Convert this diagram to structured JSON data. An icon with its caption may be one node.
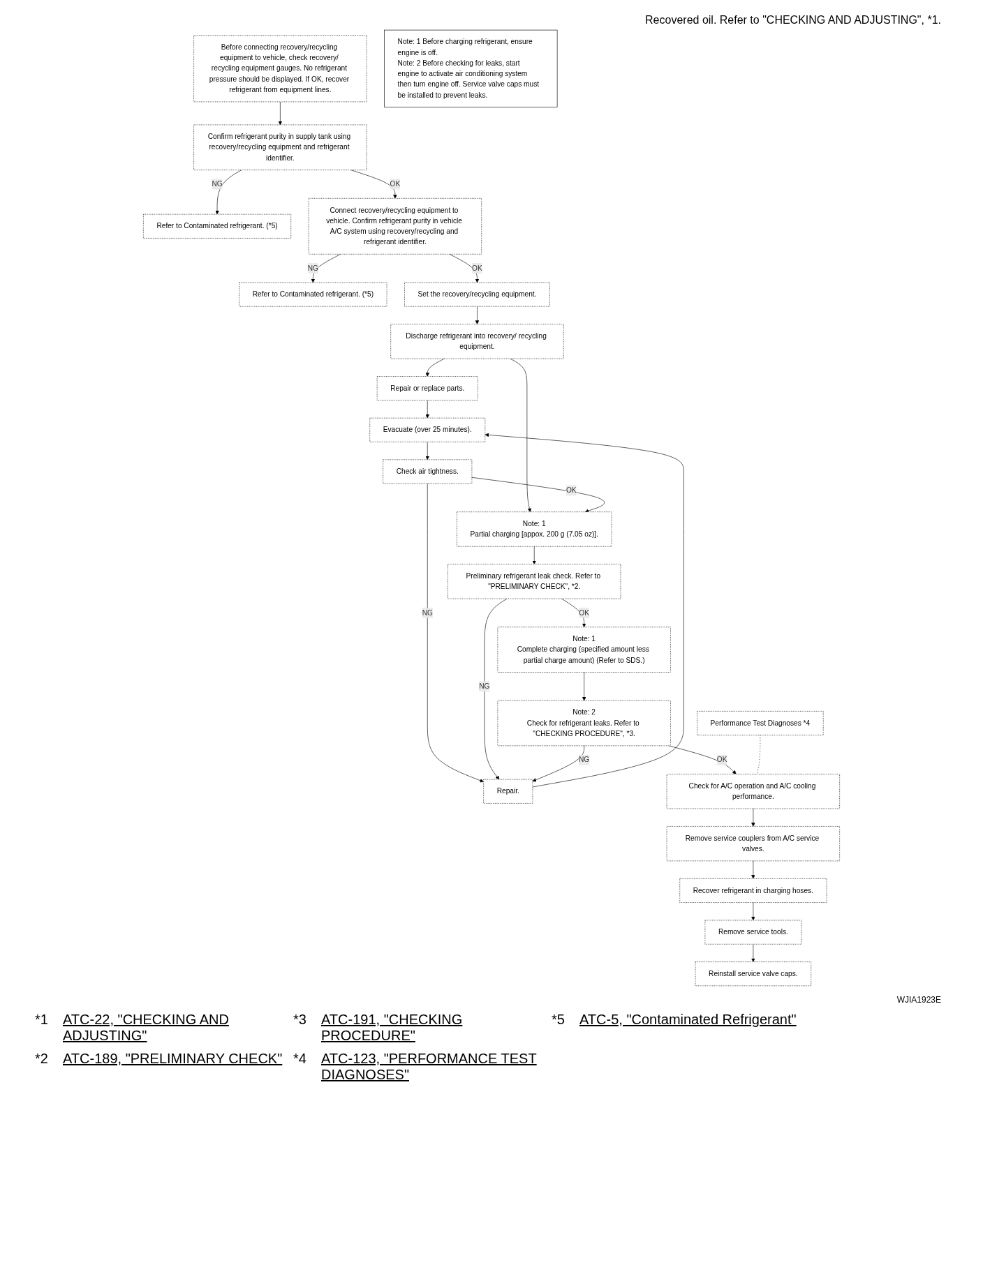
{
  "diagram": {
    "nodes": [
      {
        "text": [
          "Before connecting recovery/recycling equipment to vehicle, check recovery/ recycling equipment gauges. No refrigerant pressure should be displayed. If OK, recover refrigerant from equipment lines."
        ]
      },
      {
        "text": [
          "Confirm refrigerant purity in supply tank using recovery/recycling equipment and refrigerant identifier."
        ]
      },
      {
        "text": [
          "Refer to Contaminated refrigerant. (*5)"
        ]
      },
      {
        "text": [
          "Connect recovery/recycling equipment to vehicle. Confirm refrigerant purity in vehicle A/C system using recovery/recycling and refrigerant identifier."
        ]
      },
      {
        "text": [
          "Refer to Contaminated refrigerant. (*5)"
        ]
      },
      {
        "text": [
          "Set the recovery/recycling equipment."
        ]
      },
      {
        "text": [
          "Discharge refrigerant into recovery/ recycling equipment."
        ]
      },
      {
        "text": [
          "Repair or replace parts."
        ]
      },
      {
        "text": [
          "Evacuate (over 25 minutes)."
        ]
      },
      {
        "text": [
          "Check air tightness."
        ]
      },
      {
        "text": [
          "Repair."
        ]
      },
      {
        "text": [
          "Note: 1",
          "Partial charging [appox. 200 g (7.05 oz)]."
        ]
      },
      {
        "text": [
          "Preliminary refrigerant leak check. Refer to \"PRELIMINARY CHECK\", *2."
        ]
      },
      {
        "text": [
          "Note: 1",
          "Complete charging (specified amount less partial charge amount) (Refer to SDS.)"
        ]
      },
      {
        "text": [
          "Note: 2",
          "Check for refrigerant leaks. Refer to \"CHECKING PROCEDURE\", *3."
        ]
      },
      {
        "text": [
          "Performance Test Diagnoses *4"
        ]
      },
      {
        "text": [
          "Check for A/C operation and A/C cooling performance."
        ]
      },
      {
        "text": [
          "Remove service couplers from A/C service valves."
        ]
      },
      {
        "text": [
          "Recover refrigerant in charging hoses."
        ]
      },
      {
        "text": [
          "Remove service tools."
        ]
      },
      {
        "text": [
          "Reinstall service valve caps."
        ]
      },
      {
        "text": [
          "Note: 1 Before charging refrigerant, ensure engine is off.",
          "Note: 2 Before checking for leaks, start engine to activate air conditioning system then turn engine off. Service valve caps must be installed to prevent leaks."
        ]
      }
    ],
    "edges": [
      {
        "from": 0,
        "to": 1,
        "arrow": "to"
      },
      {
        "from": 1,
        "to": 2,
        "arrow": "to",
        "label": "NG"
      },
      {
        "from": 1,
        "to": 3,
        "arrow": "to",
        "label": "OK"
      },
      {
        "from": 3,
        "to": 4,
        "arrow": "to",
        "label": "NG"
      },
      {
        "from": 3,
        "to": 5,
        "arrow": "to",
        "label": "OK"
      },
      {
        "from": 5,
        "to": 6,
        "arrow": "to"
      },
      {
        "from": 6,
        "to": 7,
        "arrow": "to"
      },
      {
        "from": 6,
        "to": 11,
        "arrow": "to"
      },
      {
        "from": 7,
        "to": 8,
        "arrow": "to"
      },
      {
        "from": 8,
        "to": 9,
        "arrow": "to"
      },
      {
        "from": 9,
        "to": 10,
        "arrow": "to",
        "label": "NG"
      },
      {
        "from": 9,
        "to": 11,
        "arrow": "to",
        "label": "OK"
      },
      {
        "from": 10,
        "to": 8,
        "arrow": "to"
      },
      {
        "from": 11,
        "to": 12,
        "arrow": "to"
      },
      {
        "from": 12,
        "to": 10,
        "arrow": "to",
        "label": "NG"
      },
      {
        "from": 12,
        "to": 13,
        "arrow": "to",
        "label": "OK"
      },
      {
        "from": 13,
        "to": 14,
        "arrow": "to"
      },
      {
        "from": 14,
        "to": 10,
        "arrow": "to",
        "label": "NG"
      },
      {
        "from": 14,
        "to": 16,
        "arrow": "to",
        "label": "OK"
      },
      {
        "from": 15,
        "to": 16,
        "arrow": "none",
        "style": "dashed"
      },
      {
        "from": 16,
        "to": 17,
        "arrow": "to"
      },
      {
        "from": 17,
        "to": 18,
        "arrow": "to"
      },
      {
        "from": 18,
        "to": 19,
        "arrow": "to"
      },
      {
        "from": 19,
        "to": 20,
        "arrow": "to"
      }
    ],
    "labels": [
      "Recovered oil. Refer to \"CHECKING AND ADJUSTING\", *1.",
      "WJIA1923E",
      "*1",
      "ATC-22, \"CHECKING AND ADJUSTING\"",
      "*3",
      "ATC-191, \"CHECKING PROCEDURE\"",
      "*5",
      "ATC-5, \"Contaminated Refrigerant\"",
      "*2",
      "ATC-189, \"PRELIMINARY CHECK\"",
      "*4",
      "ATC-123, \"PERFORMANCE TEST DIAGNOSES\""
    ]
  }
}
